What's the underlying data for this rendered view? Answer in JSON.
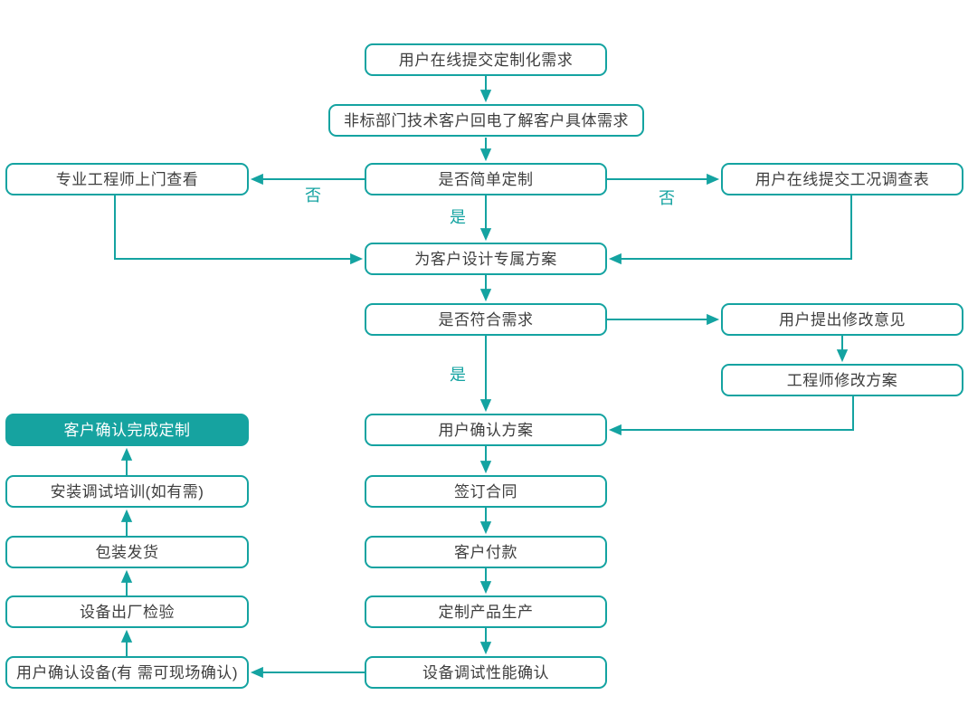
{
  "diagram": {
    "accent_color": "#14A3A1",
    "filled_node_color": "#16A3A0",
    "text_color": "#3E3E3E",
    "nodes": {
      "submit_request": "用户在线提交定制化需求",
      "callback": "非标部门技术客户回电了解客户具体需求",
      "engineer_visit": "专业工程师上门查看",
      "simple_custom": "是否简单定制",
      "survey_form": "用户在线提交工况调查表",
      "design_plan": "为客户设计专属方案",
      "match_check": "是否符合需求",
      "modify_feedback": "用户提出修改意见",
      "engineer_modify": "工程师修改方案",
      "confirm_plan": "用户确认方案",
      "complete_custom": "客户确认完成定制",
      "sign_contract": "签订合同",
      "install_training": "安装调试培训(如有需)",
      "payment": "客户付款",
      "packing": "包装发货",
      "production": "定制产品生产",
      "factory_inspection": "设备出厂检验",
      "debug_confirm": "设备调试性能确认",
      "user_confirm_device": "用户确认设备(有 需可现场确认)"
    },
    "edge_labels": {
      "no_left": "否",
      "no_right": "否",
      "yes_top": "是",
      "yes_mid": "是"
    }
  }
}
